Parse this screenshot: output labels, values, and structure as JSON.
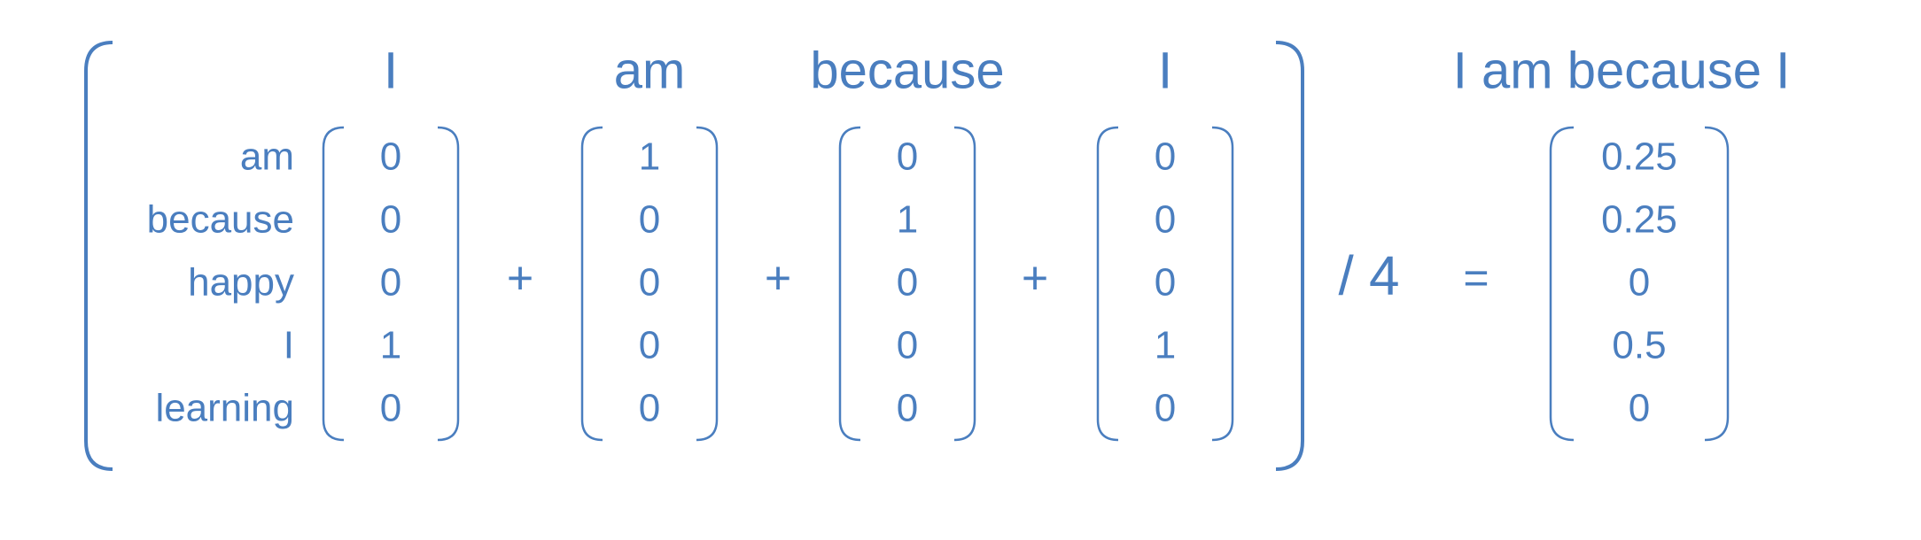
{
  "colors": {
    "ink": "#4a7ebf",
    "background": "#ffffff"
  },
  "row_labels": [
    "am",
    "because",
    "happy",
    "I",
    "learning"
  ],
  "vectors": [
    {
      "word": "I",
      "values": [
        "0",
        "0",
        "0",
        "1",
        "0"
      ]
    },
    {
      "word": "am",
      "values": [
        "1",
        "0",
        "0",
        "0",
        "0"
      ]
    },
    {
      "word": "because",
      "values": [
        "0",
        "1",
        "0",
        "0",
        "0"
      ]
    },
    {
      "word": "I",
      "values": [
        "0",
        "0",
        "0",
        "1",
        "0"
      ]
    }
  ],
  "operators": {
    "plus": "+",
    "divide": "/ 4",
    "equals": "="
  },
  "result": {
    "title": "I am because I",
    "values": [
      "0.25",
      "0.25",
      "0",
      "0.5",
      "0"
    ]
  }
}
